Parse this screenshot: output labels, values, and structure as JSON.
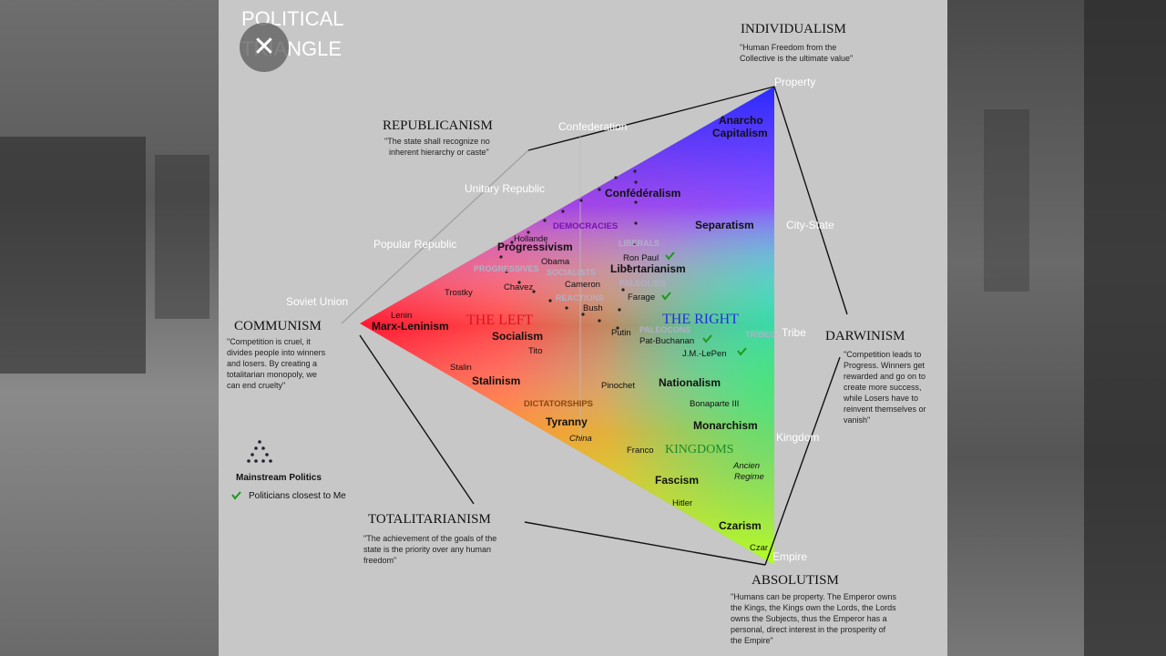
{
  "title": {
    "line1": "POLITICAL",
    "line2": "TRIANGLE"
  },
  "close_icon": "close-icon",
  "corners": {
    "individualism": {
      "heading": "INDIVIDUALISM",
      "desc": [
        "\"Human Freedom from the",
        "Collective is the ultimate value\""
      ]
    },
    "republicanism": {
      "heading": "REPUBLICANISM",
      "desc": [
        "\"The state shall recognize no",
        "inherent hierarchy or caste\""
      ]
    },
    "communism": {
      "heading": "COMMUNISM",
      "desc": [
        "\"Competition is cruel, it",
        "divides people into winners",
        "and losers. By creating a",
        "totalitarian monopoly, we",
        "can end cruelty\""
      ]
    },
    "darwinism": {
      "heading": "DARWINISM",
      "desc": [
        "\"Competition leads to",
        "Progress. Winners get",
        "rewarded and go on to",
        "create more success,",
        "while Losers have to",
        "reinvent themselves or",
        "vanish\""
      ]
    },
    "totalitarianism": {
      "heading": "TOTALITARIANISM",
      "desc": [
        "\"The achievement of the goals of the",
        "state is the priority over any human",
        "freedom\""
      ]
    },
    "absolutism": {
      "heading": "ABSOLUTISM",
      "desc": [
        "\"Humans can be property. The Emperor owns",
        "the Kings, the Kings own the Lords, the Lords",
        "owns the Subjects, thus the Emperor has a",
        "personal, direct interest in the prosperity of",
        "the Empire\""
      ]
    }
  },
  "edge_labels": {
    "property": "Property",
    "confederation": "Confederation",
    "unitary_republic": "Unitary Republic",
    "popular_republic": "Popular Republic",
    "soviet_union": "Soviet Union",
    "city_state": "City-State",
    "tribe": "Tribe",
    "kingdom": "Kingdom",
    "empire": "Empire"
  },
  "regions": {
    "the_left": "THE LEFT",
    "the_right": "THE RIGHT",
    "democracies": "DEMOCRACIES",
    "dictatorships": "DICTATORSHIPS",
    "kingdoms": "KINGDOMS",
    "liberals": "LIBERALS",
    "socialists": "SOCIALISTS",
    "progressives": "PROGRESSIVES",
    "reactions": "REACTIONS",
    "paleolibs": "PALEOLIBS",
    "paleocons": "PALEOCONS",
    "tribes": "TRIBES"
  },
  "systems": {
    "anarcho": "Anarcho",
    "capitalism": "Capitalism",
    "confederalism": "Confédéralism",
    "separatism": "Separatism",
    "progressivism": "Progressivism",
    "libertarianism": "Libertarianism",
    "marx_leninism": "Marx-Leninism",
    "socialism": "Socialism",
    "stalinism": "Stalinism",
    "nationalism": "Nationalism",
    "monarchism": "Monarchism",
    "tyranny": "Tyranny",
    "fascism": "Fascism",
    "czarism": "Czarism"
  },
  "people": {
    "hollande": "Hollande",
    "obama": "Obama",
    "ron_paul": "Ron Paul",
    "chavez": "Chavez",
    "cameron": "Cameron",
    "farage": "Farage",
    "trostky": "Trostky",
    "bush": "Bush",
    "lenin": "Lenin",
    "putin": "Putin",
    "pat_buchanan": "Pat-Buchanan",
    "tito": "Tito",
    "jm_lepen": "J.M.-LePen",
    "stalin": "Stalin",
    "pinochet": "Pinochet",
    "bonaparte": "Bonaparte III",
    "china": "China",
    "franco": "Franco",
    "ancien": "Ancien",
    "regime": "Regime",
    "hitler": "Hitler",
    "czar": "Czar"
  },
  "legend": {
    "mainstream": "Mainstream Politics",
    "closest": "Politicians closest to Me"
  },
  "colors": {
    "panel": "#c7c7c7",
    "left_red": "#ff1a2e",
    "top_blue": "#2b3cff",
    "bottom_green": "#a8ff2a",
    "check_green": "#2aa52a"
  }
}
